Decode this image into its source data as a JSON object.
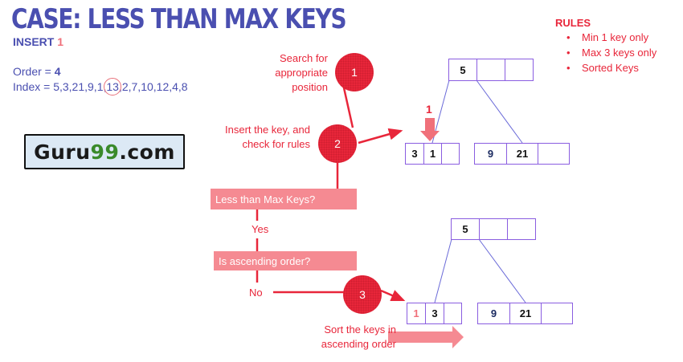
{
  "header": {
    "title": "CASE: LESS THAN MAX KEYS",
    "insert_label": "INSERT",
    "insert_value": "1",
    "order_label": "Order = ",
    "order_value": "4",
    "index_label": "Index = ",
    "index_before": "5,3,21,9,1,",
    "index_highlight": "13",
    "index_after": ",2,7,10,12,4,8"
  },
  "rules": {
    "title": "RULES",
    "items": [
      "Min 1 key only",
      "Max 3 keys only",
      "Sorted Keys"
    ]
  },
  "logo": {
    "prefix": "Guru",
    "highlight": "99",
    "suffix": ".com"
  },
  "steps": [
    {
      "number": "1",
      "label_line1": "Search for",
      "label_line2": "appropriate",
      "label_line3": "position"
    },
    {
      "number": "2",
      "label_line1": "Insert the key, and",
      "label_line2": "check for rules"
    },
    {
      "number": "3",
      "label_line1": "Sort the keys in",
      "label_line2": "ascending order"
    }
  ],
  "flow": {
    "decision1": "Less than Max Keys?",
    "yes": "Yes",
    "decision2": "Is ascending order?",
    "no": "No"
  },
  "tree_before": {
    "new_key_marker": "1",
    "root": [
      "5",
      "",
      ""
    ],
    "left": [
      "3",
      "1",
      ""
    ],
    "right": [
      "9",
      "21",
      ""
    ]
  },
  "tree_after": {
    "root": [
      "5",
      "",
      ""
    ],
    "left": [
      "1",
      "3",
      ""
    ],
    "right": [
      "9",
      "21",
      ""
    ]
  },
  "colors": {
    "title": "#4a4fb0",
    "accent_red": "#e8263a",
    "accent_pink": "#f58a92",
    "node_border": "#8a5de0",
    "tree_line": "#6a6ad8",
    "logo_bg": "#dce9f5",
    "logo_green": "#3a8a2a"
  }
}
